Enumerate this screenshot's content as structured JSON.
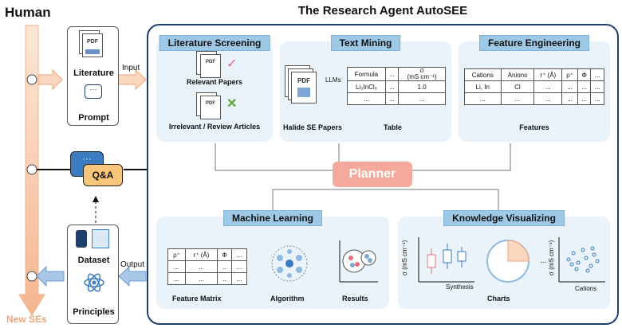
{
  "human": {
    "title": "Human",
    "new_ses": "New SEs"
  },
  "title": "The Research Agent AutoSEE",
  "inputs": {
    "pdf": "PDF",
    "literature": "Literature",
    "prompt": "Prompt",
    "input_label": "Input"
  },
  "qa": {
    "dots": "···",
    "label": "Q&A"
  },
  "outputs": {
    "dataset": "Dataset",
    "principles": "Principles",
    "output_label": "Output"
  },
  "lit_screening": {
    "title": "Literature Screening",
    "relevant": "Relevant Papers",
    "irrelevant": "Irrelevant / Review Articles",
    "check_color": "#e86f7a",
    "cross_color": "#5aa83c"
  },
  "text_mining": {
    "title": "Text Mining",
    "llms": "LLMs",
    "papers_label": "Halide SE Papers",
    "table_label": "Table",
    "headers": [
      "Formula",
      "...",
      "σ",
      "(mS cm⁻¹)"
    ],
    "row1": [
      "Li₃InCl₆",
      "...",
      "1.0"
    ],
    "row2": [
      "...",
      "...",
      "..."
    ]
  },
  "feature_eng": {
    "title": "Feature Engineering",
    "label": "Features",
    "headers": [
      "Cations",
      "Anions",
      "r⁺ (Å)",
      "ρ⁺",
      "Φ",
      "..."
    ],
    "row1": [
      "Li, In",
      "Cl",
      "...",
      "...",
      "...",
      "..."
    ],
    "row2": [
      "...",
      "...",
      "...",
      "...",
      "...",
      "..."
    ]
  },
  "planner": {
    "label": "Planner",
    "color": "#f4a99a"
  },
  "ml": {
    "title": "Machine Learning",
    "matrix_label": "Feature Matrix",
    "algo_label": "Algorithm",
    "results_label": "Results",
    "headers": [
      "ρ⁺",
      "r⁺ (Å)",
      "Φ",
      "..."
    ],
    "rows": [
      [
        "...",
        "...",
        "..",
        "..."
      ],
      [
        "...",
        "...",
        "..",
        "..."
      ]
    ]
  },
  "kv": {
    "title": "Knowledge Visualizing",
    "ylabel": "σ (mS cm⁻¹)",
    "x1": "Synthesis",
    "x2": "Cations",
    "charts_label": "Charts",
    "ellipsis": "..."
  },
  "colors": {
    "accent": "#1d3f6e",
    "orange": "#f0a57a",
    "arrow_blue": "#4a78b8"
  }
}
